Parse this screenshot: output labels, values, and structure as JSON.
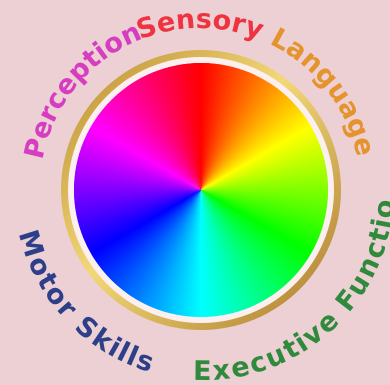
{
  "labels": {
    "sensory": {
      "text": "Sensory",
      "color": "#ef3340"
    },
    "language": {
      "text": "Language",
      "color": "#e5932d"
    },
    "executive_function": {
      "text": "Executive Function",
      "color": "#2f8a3b"
    },
    "motor_skills": {
      "text": "Motor Skills",
      "color": "#2e3f8a"
    },
    "perception": {
      "text": "Perception",
      "color": "#d63dc0"
    }
  },
  "wheel": {
    "colors": [
      "#ff0000",
      "#ffff00",
      "#00ff00",
      "#00ffff",
      "#0000ff",
      "#ff00ff"
    ],
    "ring_colors": [
      "#b88a2e",
      "#f2d878",
      "#a9782a"
    ]
  }
}
